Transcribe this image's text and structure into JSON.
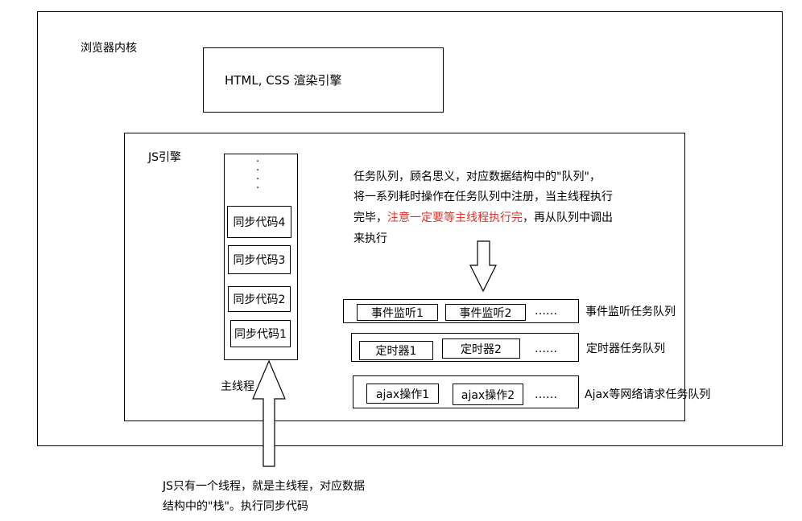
{
  "kernel": {
    "label": "浏览器内核"
  },
  "render_engine": {
    "label": "HTML, CSS 渲染引擎"
  },
  "js_engine": {
    "label": "JS引擎"
  },
  "stack": {
    "items": [
      "同步代码4",
      "同步代码3",
      "同步代码2",
      "同步代码1"
    ],
    "main_thread_label": "主线程"
  },
  "task_queue_desc": {
    "line1": "任务队列，顾名思义，对应数据结构中的\"队列\"，",
    "line2": "将一系列耗时操作在任务队列中注册，当主线程执行",
    "line3_a": "完毕，",
    "line3_red": "注意一定要等主线程执行完",
    "line3_b": "，再从队列中调出",
    "line4": "来执行"
  },
  "queues": [
    {
      "items": [
        "事件监听1",
        "事件监听2"
      ],
      "ellipsis": "……",
      "label": "事件监听任务队列"
    },
    {
      "items": [
        "定时器1",
        "定时器2"
      ],
      "ellipsis": "……",
      "label": "定时器任务队列"
    },
    {
      "items": [
        "ajax操作1",
        "ajax操作2"
      ],
      "ellipsis": "……",
      "label": "Ajax等网络请求任务队列"
    }
  ],
  "footer_desc": {
    "line1": "JS只有一个线程，就是主线程，对应数据",
    "line2": "结构中的\"栈\"。执行同步代码"
  },
  "colors": {
    "highlight": "#e0312a",
    "line": "#000000"
  }
}
